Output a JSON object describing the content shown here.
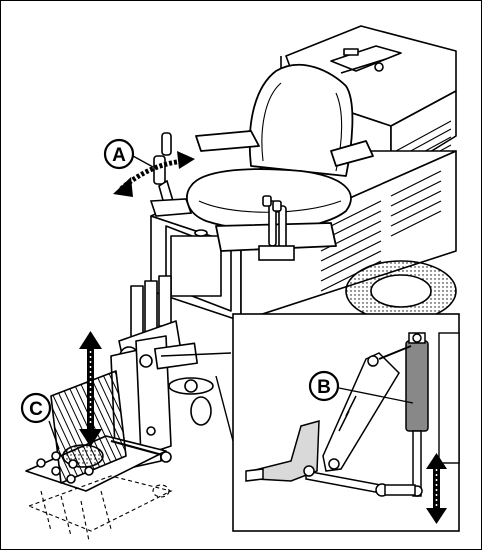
{
  "callouts": {
    "a": "A",
    "b": "B",
    "c": "C"
  },
  "colors": {
    "ink": "#000000",
    "paper": "#ffffff",
    "shade": "#888888",
    "light_shade": "#d9d9d9"
  }
}
